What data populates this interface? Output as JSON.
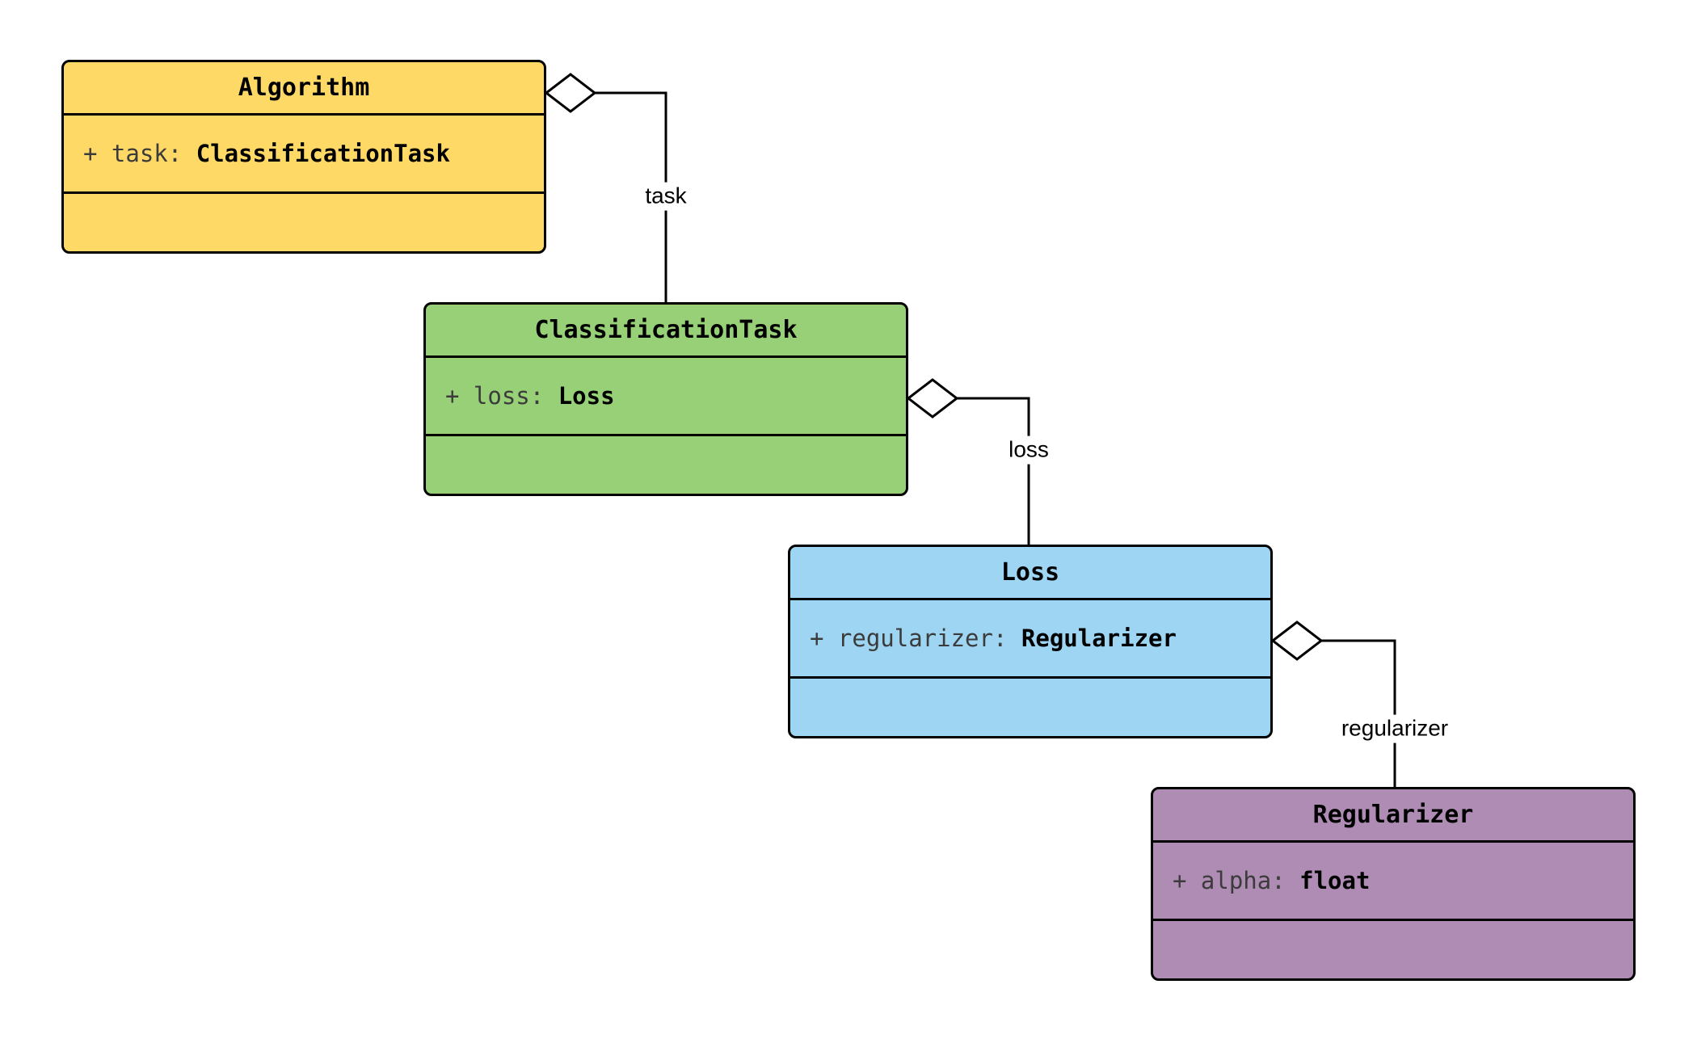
{
  "diagram": {
    "type": "uml-class-diagram",
    "background": "#ffffff",
    "line_color": "#000000",
    "classes": [
      {
        "name": "Algorithm",
        "fill": "#FFD966",
        "attribute": {
          "prefix": "+ task: ",
          "type": "ClassificationTask"
        }
      },
      {
        "name": "ClassificationTask",
        "fill": "#97D077",
        "attribute": {
          "prefix": "+ loss: ",
          "type": "Loss"
        }
      },
      {
        "name": "Loss",
        "fill": "#9ED5F2",
        "attribute": {
          "prefix": "+ regularizer: ",
          "type": "Regularizer"
        }
      },
      {
        "name": "Regularizer",
        "fill": "#AF8CB4",
        "attribute": {
          "prefix": "+ alpha: ",
          "type": "float"
        }
      }
    ],
    "edges": [
      {
        "from": "Algorithm",
        "to": "ClassificationTask",
        "kind": "aggregation",
        "label": "task"
      },
      {
        "from": "ClassificationTask",
        "to": "Loss",
        "kind": "aggregation",
        "label": "loss"
      },
      {
        "from": "Loss",
        "to": "Regularizer",
        "kind": "aggregation",
        "label": "regularizer"
      }
    ]
  }
}
